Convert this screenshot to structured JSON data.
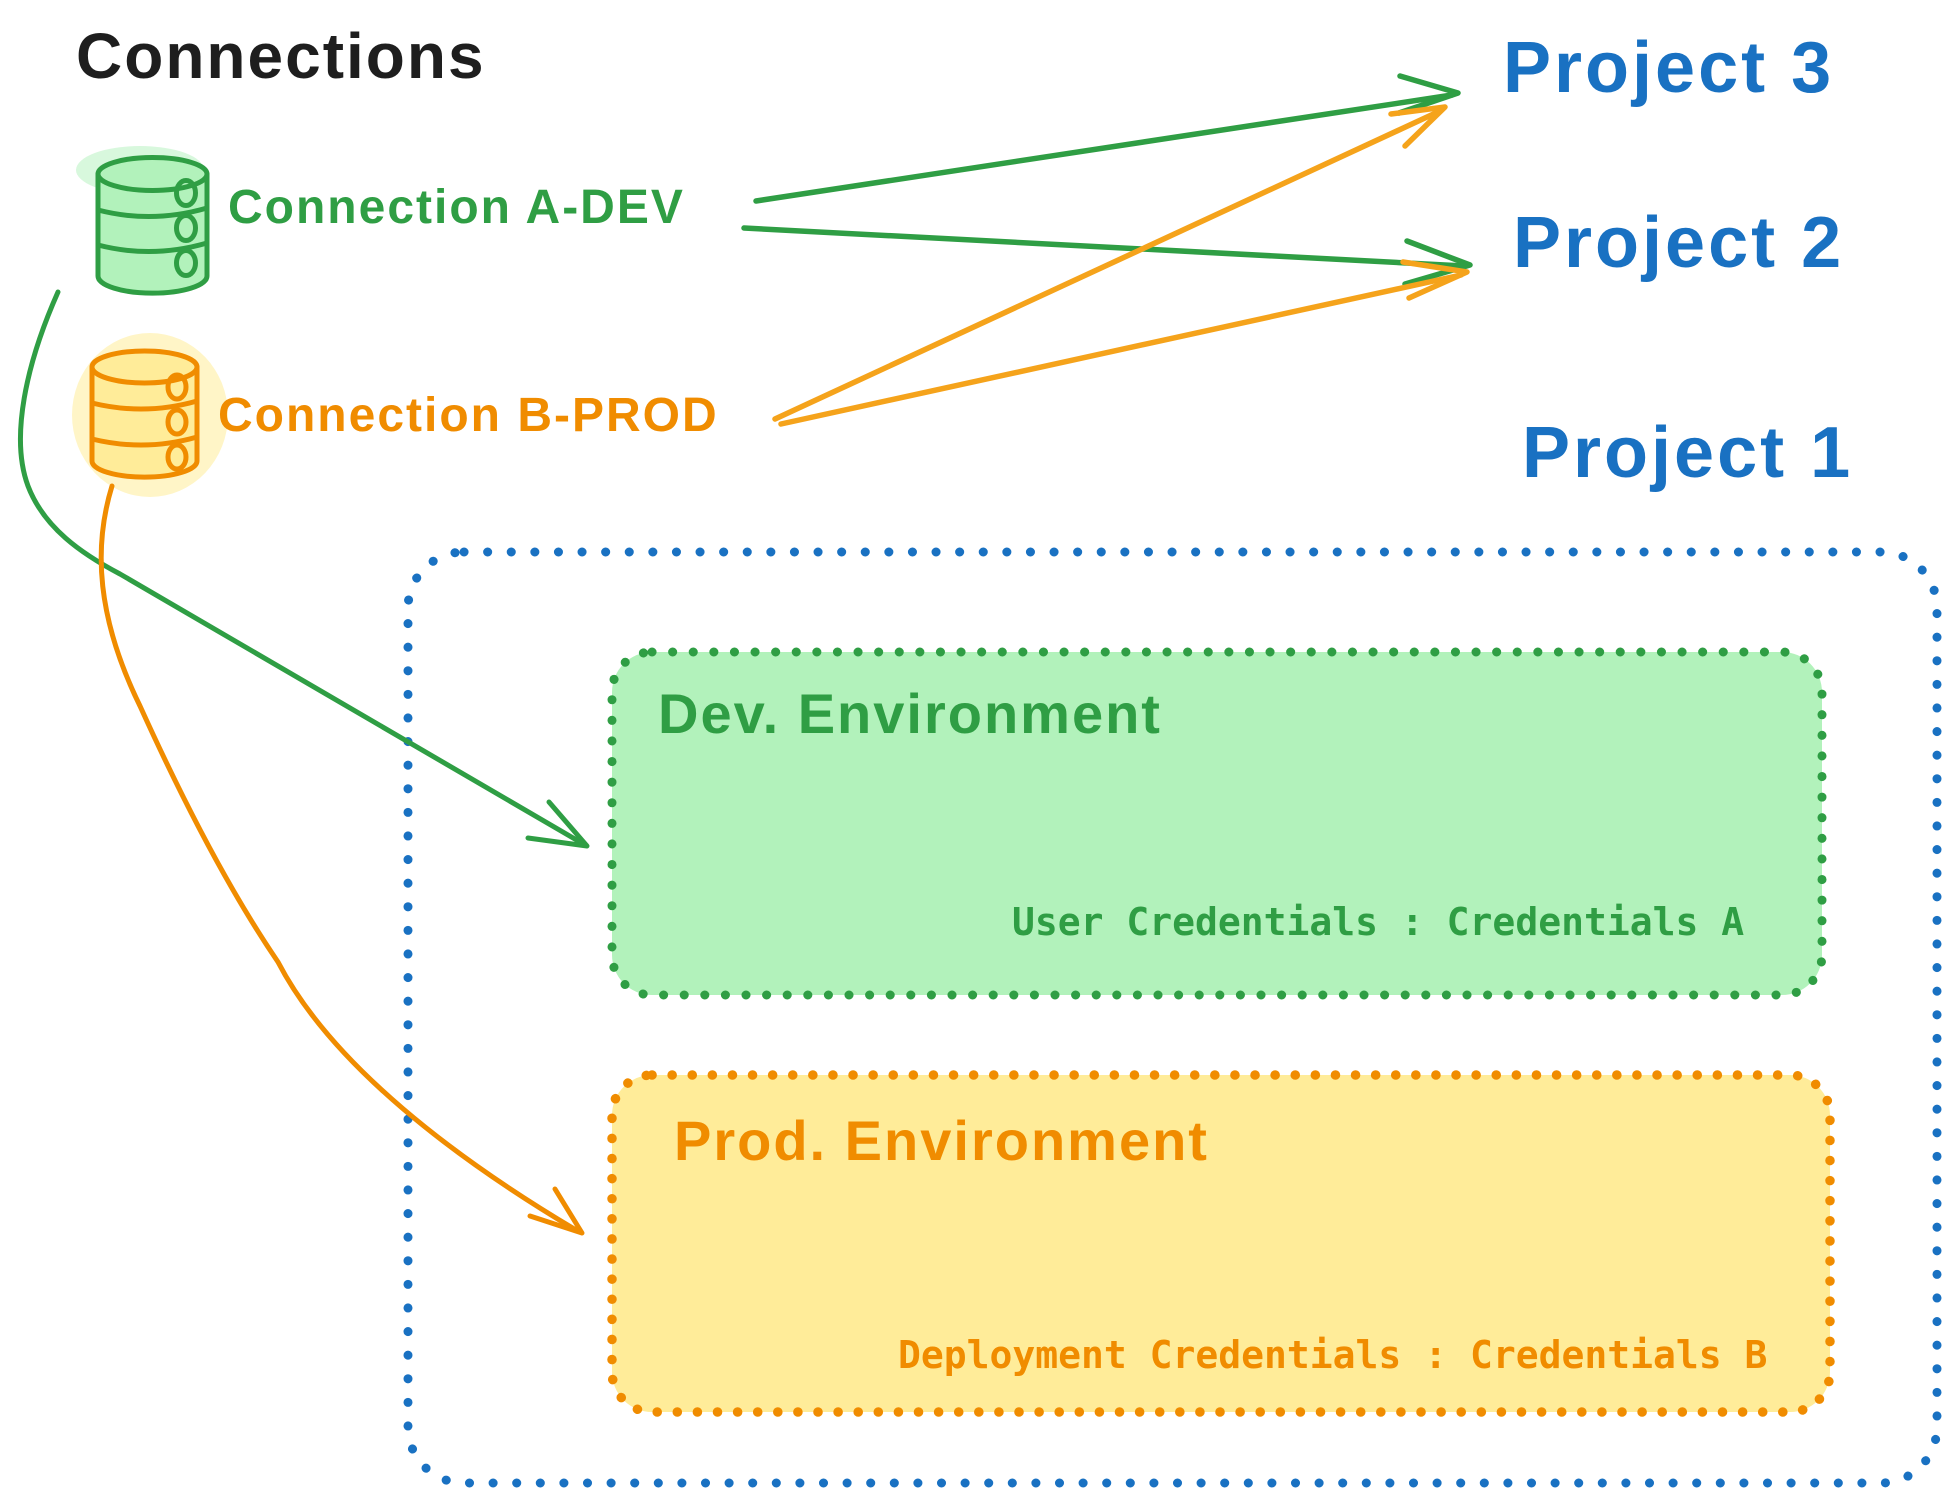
{
  "title": "Connections",
  "colors": {
    "ink": "#1e1e1e",
    "blue": "#1971c2",
    "green": "#2f9e44",
    "greenFill": "#b2f2bb",
    "orange": "#f08c00",
    "yellowFill": "#ffec99",
    "arrowYellow": "#f5a31b"
  },
  "connections": [
    {
      "label": "Connection A-DEV",
      "environment": "dev",
      "icon": "database-icon",
      "color": "#2f9e44",
      "fill": "#b2f2bb"
    },
    {
      "label": "Connection B-PROD",
      "environment": "prod",
      "icon": "database-icon",
      "color": "#f08c00",
      "fill": "#ffec99"
    }
  ],
  "projects": [
    {
      "label": "Project 3",
      "color": "#1971c2"
    },
    {
      "label": "Project 2",
      "color": "#1971c2"
    },
    {
      "label": "Project 1",
      "color": "#1971c2"
    }
  ],
  "edges": [
    {
      "from": "Connection A-DEV",
      "to": "Project 3",
      "color": "#2f9e44"
    },
    {
      "from": "Connection A-DEV",
      "to": "Project 2",
      "color": "#2f9e44"
    },
    {
      "from": "Connection B-PROD",
      "to": "Project 3",
      "color": "#f5a31b"
    },
    {
      "from": "Connection B-PROD",
      "to": "Project 2",
      "color": "#f5a31b"
    },
    {
      "from": "Connection A-DEV",
      "to": "Project 1 / Dev. Environment",
      "color": "#2f9e44"
    },
    {
      "from": "Connection B-PROD",
      "to": "Project 1 / Prod. Environment",
      "color": "#f08c00"
    }
  ],
  "project1_box": {
    "project_label": "Project 1",
    "border_color": "#1971c2",
    "environments": [
      {
        "title": "Dev. Environment",
        "credentials": "User Credentials : Credentials A",
        "stroke": "#2f9e44",
        "fill": "#b2f2bb"
      },
      {
        "title": "Prod. Environment",
        "credentials": "Deployment Credentials : Credentials B",
        "stroke": "#f08c00",
        "fill": "#ffec99"
      }
    ]
  }
}
